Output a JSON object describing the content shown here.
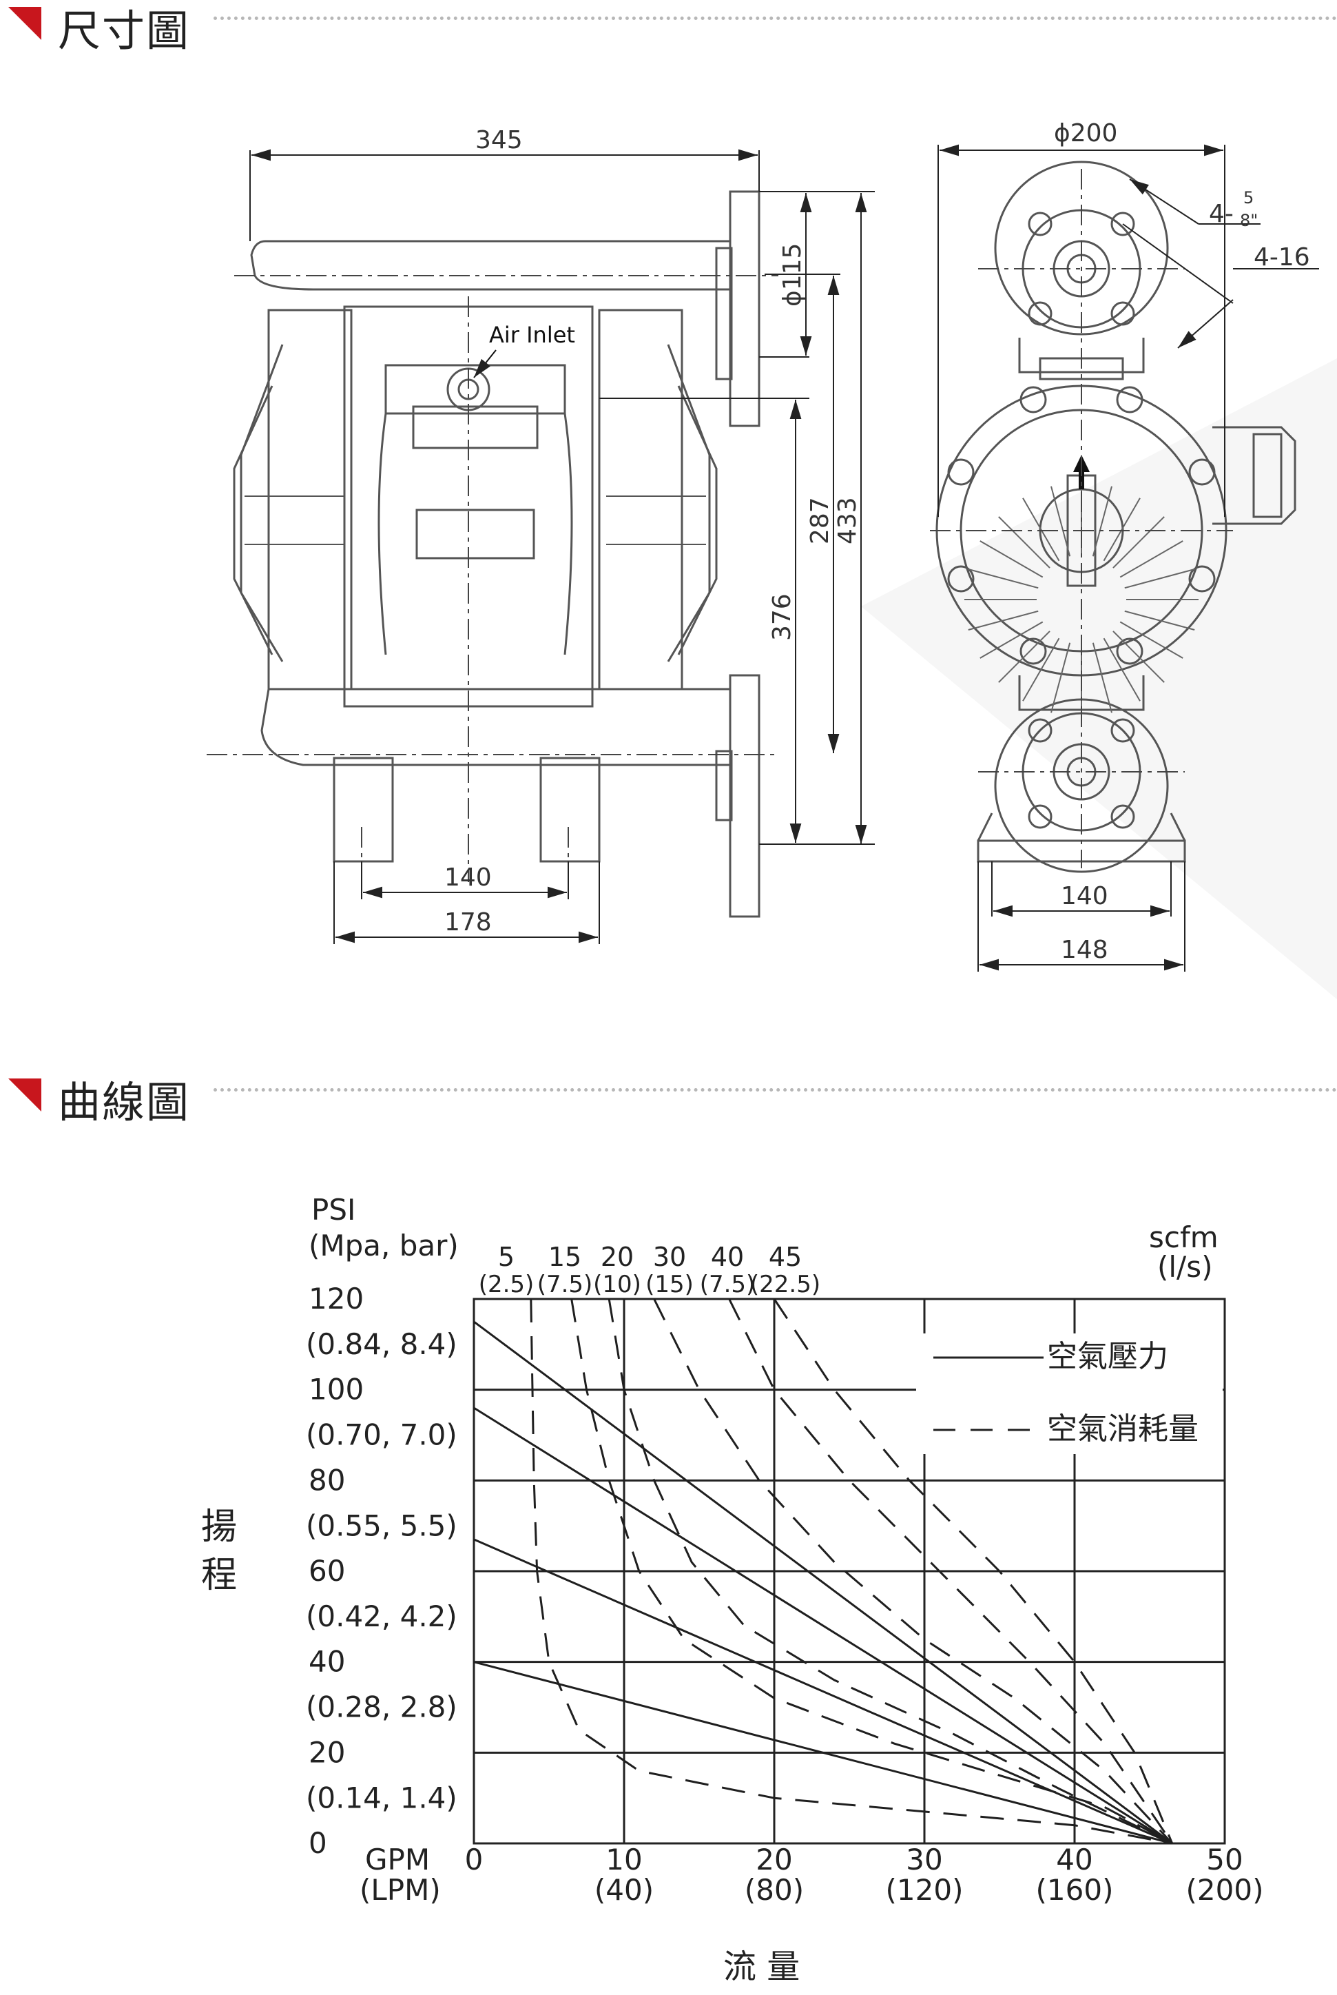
{
  "sections": {
    "dimension_title": "尺寸圖",
    "curve_title": "曲線圖"
  },
  "drawing": {
    "air_inlet_label": "Air Inlet",
    "dims": {
      "width_top": "345",
      "flange_dia": "ϕ115",
      "h_287": "287",
      "h_433": "433",
      "h_376": "376",
      "base_140": "140",
      "base_178": "178",
      "side_dia": "ϕ200",
      "bolt_a": "4-",
      "bolt_a_frac_num": "5",
      "bolt_a_frac_den": "8\"",
      "bolt_b": "4-16",
      "side_140": "140",
      "side_148": "148"
    }
  },
  "chart": {
    "y_title_1": "PSI",
    "y_title_2": "(Mpa, bar)",
    "y_ticks": [
      {
        "main": "120",
        "sub": "(0.84, 8.4)"
      },
      {
        "main": "100",
        "sub": "(0.70, 7.0)"
      },
      {
        "main": "80",
        "sub": "(0.55, 5.5)"
      },
      {
        "main": "60",
        "sub": "(0.42, 4.2)"
      },
      {
        "main": "40",
        "sub": "(0.28, 2.8)"
      },
      {
        "main": "20",
        "sub": "(0.14, 1.4)"
      },
      {
        "main": "0",
        "sub": ""
      }
    ],
    "x_title_1": "GPM",
    "x_title_2": "(LPM)",
    "x_ticks": [
      {
        "main": "0",
        "sub": ""
      },
      {
        "main": "10",
        "sub": "(40)"
      },
      {
        "main": "20",
        "sub": "(80)"
      },
      {
        "main": "30",
        "sub": "(120)"
      },
      {
        "main": "40",
        "sub": "(160)"
      },
      {
        "main": "50",
        "sub": "(200)"
      }
    ],
    "scfm_ticks": [
      {
        "main": "5",
        "sub": "(2.5)"
      },
      {
        "main": "15",
        "sub": "(7.5)"
      },
      {
        "main": "20",
        "sub": "(10)"
      },
      {
        "main": "30",
        "sub": "(15)"
      },
      {
        "main": "40",
        "sub": "(7.5)"
      },
      {
        "main": "45",
        "sub": "(22.5)"
      }
    ],
    "scfm_title_1": "scfm",
    "scfm_title_2": "(l/s)",
    "y_axis_label_1": "揚",
    "y_axis_label_2": "程",
    "x_axis_label": "流 量",
    "legend_solid": "空氣壓力",
    "legend_dashed": "空氣消耗量"
  },
  "chart_data": {
    "type": "line",
    "title": "",
    "xlabel": "流 量 GPM (LPM)",
    "ylabel": "揚程 PSI (Mpa, bar)",
    "xlim": [
      0,
      50
    ],
    "ylim": [
      0,
      120
    ],
    "grid": true,
    "legend_position": "top-right",
    "series": [
      {
        "name": "空氣壓力",
        "style": "solid",
        "lines": [
          {
            "x": [
              0,
              46.5
            ],
            "y": [
              115,
              0
            ]
          },
          {
            "x": [
              0,
              46.5
            ],
            "y": [
              96,
              0
            ]
          },
          {
            "x": [
              0,
              46.5
            ],
            "y": [
              67,
              0
            ]
          },
          {
            "x": [
              0,
              46.5
            ],
            "y": [
              40,
              0
            ]
          }
        ]
      },
      {
        "name": "空氣消耗量",
        "style": "dashed",
        "scfm": [
          5,
          15,
          20,
          30,
          40,
          45
        ],
        "lines": [
          {
            "scfm": 5,
            "x": [
              3.8,
              4,
              4.2,
              5,
              7,
              11,
              20,
              30,
              40,
              46.5
            ],
            "y": [
              120,
              80,
              60,
              40,
              25,
              16,
              10,
              7,
              4,
              0
            ]
          },
          {
            "scfm": 15,
            "x": [
              6.5,
              7.5,
              9,
              11,
              14,
              20,
              28,
              36,
              42,
              46.5
            ],
            "y": [
              120,
              100,
              80,
              60,
              45,
              32,
              22,
              14,
              8,
              0
            ]
          },
          {
            "scfm": 20,
            "x": [
              9,
              10,
              12,
              14.5,
              18,
              24,
              32,
              39,
              46.5
            ],
            "y": [
              120,
              100,
              80,
              62,
              48,
              36,
              24,
              12,
              0
            ]
          },
          {
            "scfm": 30,
            "x": [
              12,
              15,
              19,
              24,
              30,
              36,
              42,
              46.5
            ],
            "y": [
              120,
              100,
              80,
              62,
              45,
              32,
              16,
              0
            ]
          },
          {
            "scfm": 40,
            "x": [
              17,
              20,
              25,
              31,
              37,
              42,
              46.5
            ],
            "y": [
              120,
              100,
              80,
              60,
              40,
              22,
              0
            ]
          },
          {
            "scfm": 45,
            "x": [
              20,
              24,
              29,
              35,
              40,
              44,
              46.5
            ],
            "y": [
              120,
              100,
              80,
              60,
              40,
              20,
              0
            ]
          }
        ]
      }
    ]
  },
  "colors": {
    "accent": "#c8161d",
    "line": "#1f1f1f",
    "drawing": "#5a5a5a"
  }
}
